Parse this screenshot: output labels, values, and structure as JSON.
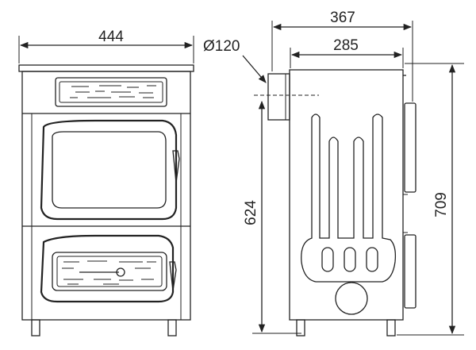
{
  "dimensions": {
    "front_width": "444",
    "flue_diameter": "Ø120",
    "side_depth_total": "367",
    "side_depth_body": "285",
    "flue_height": "624",
    "total_height": "709"
  }
}
